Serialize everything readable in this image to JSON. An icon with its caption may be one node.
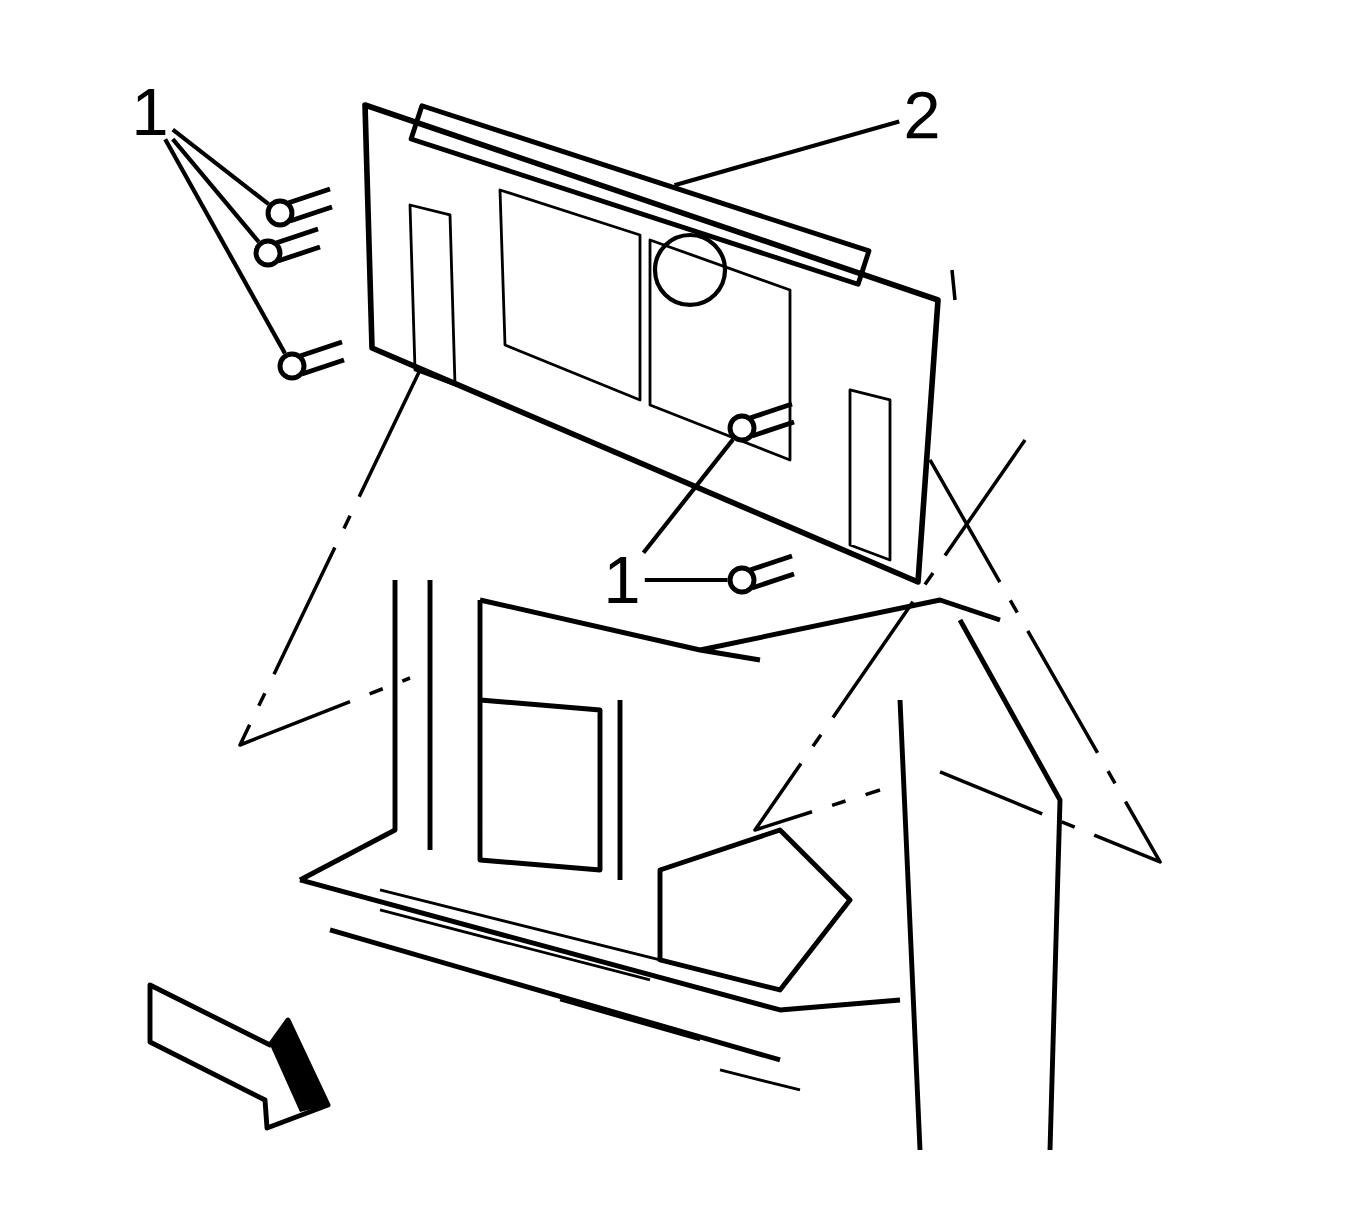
{
  "diagram": {
    "nodes": [
      {
        "text": [
          "1"
        ]
      },
      {
        "text": [],
        "shape": "picture"
      },
      {
        "text": [],
        "shape": "picture"
      },
      {
        "text": [],
        "shape": "picture"
      },
      {
        "text": [
          "2"
        ]
      },
      {
        "text": [],
        "shape": "picture"
      },
      {
        "text": [
          "1"
        ]
      },
      {
        "text": [],
        "shape": "picture"
      },
      {
        "text": [],
        "shape": "picture"
      }
    ],
    "edges": [
      {
        "from": 0,
        "to": 1,
        "arrow": "none"
      },
      {
        "from": 0,
        "to": 2,
        "arrow": "none"
      },
      {
        "from": 0,
        "to": 3,
        "arrow": "none"
      },
      {
        "from": 4,
        "to": 5,
        "arrow": "none"
      },
      {
        "from": 6,
        "to": 7,
        "arrow": "none"
      },
      {
        "from": 6,
        "to": 8,
        "arrow": "none"
      }
    ]
  }
}
